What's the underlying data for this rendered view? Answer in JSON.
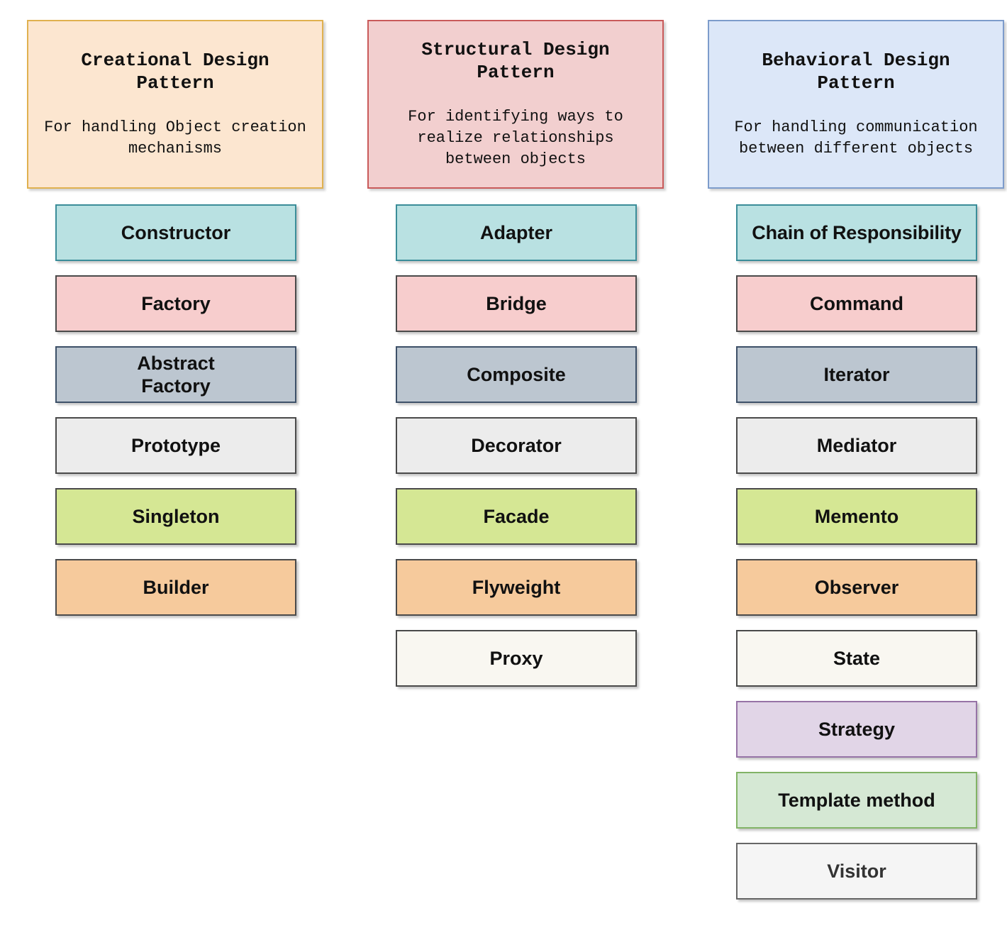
{
  "columns": [
    {
      "title": "Creational Design Pattern",
      "description": "For handling Object creation mechanisms",
      "fill": "#fce6d0",
      "stroke": "#e0b14f",
      "items": [
        {
          "label": "Constructor",
          "fill": "#b9e1e2",
          "stroke": "#3b8d99"
        },
        {
          "label": "Factory",
          "fill": "#f7cdcd",
          "stroke": "#4a4a4a"
        },
        {
          "label": "Abstract Factory",
          "fill": "#bcc6d0",
          "stroke": "#3d5068"
        },
        {
          "label": "Prototype",
          "fill": "#ececec",
          "stroke": "#4a4a4a"
        },
        {
          "label": "Singleton",
          "fill": "#d5e794",
          "stroke": "#4a4a4a"
        },
        {
          "label": "Builder",
          "fill": "#f6ca9c",
          "stroke": "#4a4a4a"
        }
      ]
    },
    {
      "title": "Structural Design Pattern",
      "description": "For identifying ways to realize relationships between objects",
      "fill": "#f2cfcf",
      "stroke": "#c95a5a",
      "items": [
        {
          "label": "Adapter",
          "fill": "#b9e1e2",
          "stroke": "#3b8d99"
        },
        {
          "label": "Bridge",
          "fill": "#f7cdcd",
          "stroke": "#4a4a4a"
        },
        {
          "label": "Composite",
          "fill": "#bcc6d0",
          "stroke": "#3d5068"
        },
        {
          "label": "Decorator",
          "fill": "#ececec",
          "stroke": "#4a4a4a"
        },
        {
          "label": "Facade",
          "fill": "#d5e794",
          "stroke": "#4a4a4a"
        },
        {
          "label": "Flyweight",
          "fill": "#f6ca9c",
          "stroke": "#4a4a4a"
        },
        {
          "label": "Proxy",
          "fill": "#f9f7f1",
          "stroke": "#4a4a4a"
        }
      ]
    },
    {
      "title": "Behavioral Design Pattern",
      "description": "For handling communication between different objects",
      "fill": "#dce7f8",
      "stroke": "#7d9ccb",
      "items": [
        {
          "label": "Chain of Responsibility",
          "fill": "#b9e1e2",
          "stroke": "#3b8d99"
        },
        {
          "label": "Command",
          "fill": "#f7cdcd",
          "stroke": "#4a4a4a"
        },
        {
          "label": "Iterator",
          "fill": "#bcc6d0",
          "stroke": "#3d5068"
        },
        {
          "label": "Mediator",
          "fill": "#ececec",
          "stroke": "#4a4a4a"
        },
        {
          "label": "Memento",
          "fill": "#d5e794",
          "stroke": "#4a4a4a"
        },
        {
          "label": "Observer",
          "fill": "#f6ca9c",
          "stroke": "#4a4a4a"
        },
        {
          "label": "State",
          "fill": "#f9f7f1",
          "stroke": "#4a4a4a"
        },
        {
          "label": "Strategy",
          "fill": "#e1d5e7",
          "stroke": "#9673a6"
        },
        {
          "label": "Template method",
          "fill": "#d5e8d4",
          "stroke": "#82b366"
        },
        {
          "label": "Visitor",
          "fill": "#f5f5f5",
          "stroke": "#666666",
          "text_color": "#333333"
        }
      ]
    }
  ]
}
